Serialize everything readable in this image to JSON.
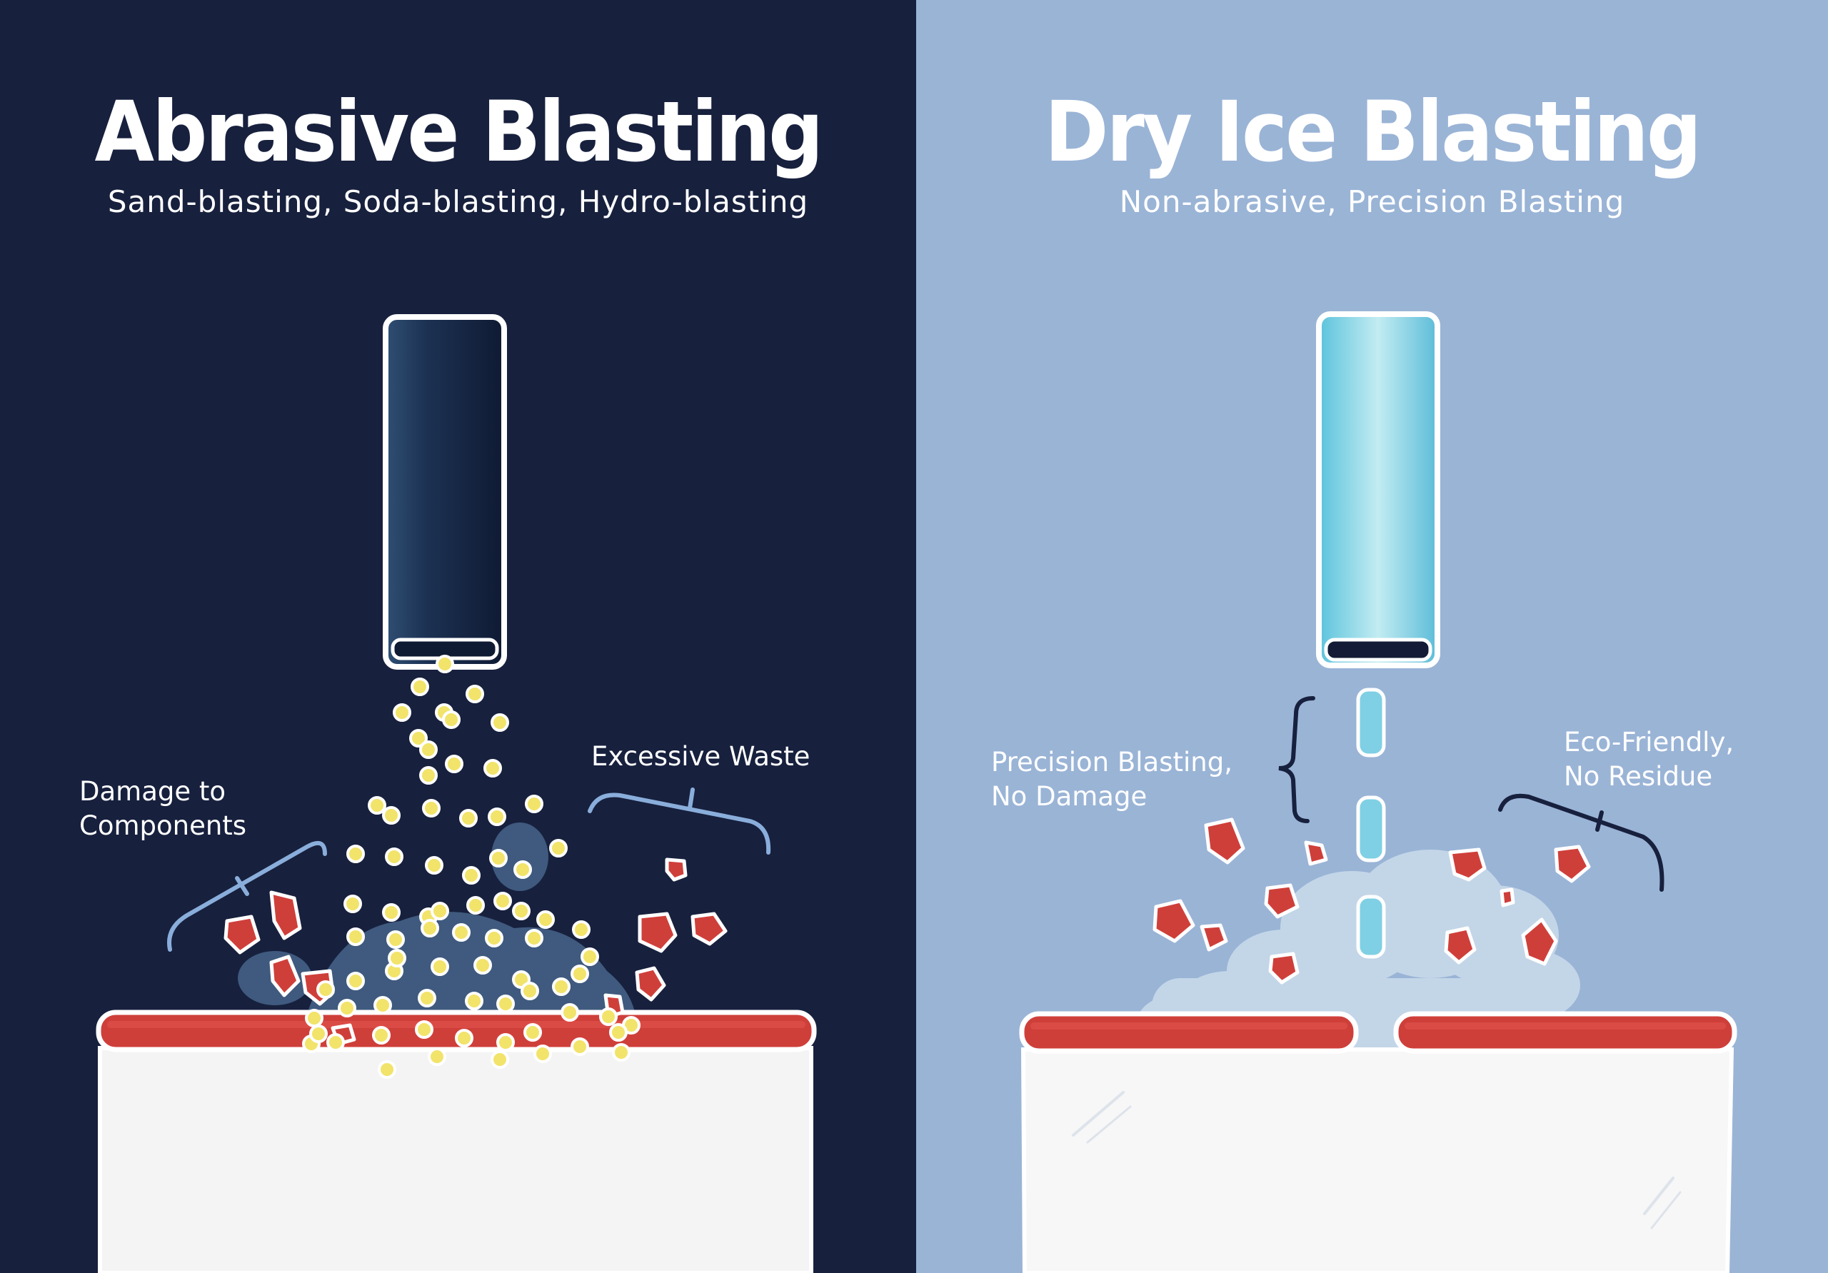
{
  "left": {
    "title": "Abrasive Blasting",
    "subtitle": "Sand-blasting, Soda-blasting, Hydro-blasting",
    "callouts": {
      "damage_line1": "Damage to",
      "damage_line2": "Components",
      "waste": "Excessive Waste"
    },
    "colors": {
      "background": "#17203d",
      "particle": "#f2e36a",
      "debris": "#cf3f3a",
      "dust": "#3f5a7e"
    }
  },
  "right": {
    "title": "Dry Ice Blasting",
    "subtitle": "Non-abrasive, Precision Blasting",
    "callouts": {
      "precision_line1": "Precision Blasting,",
      "precision_line2": "No Damage",
      "eco_line1": "Eco-Friendly,",
      "eco_line2": "No Residue"
    },
    "colors": {
      "background": "#9ab4d6",
      "dry_ice": "#7fd0e4",
      "debris": "#cf3f3a",
      "cloud": "#c3d6e8"
    }
  }
}
